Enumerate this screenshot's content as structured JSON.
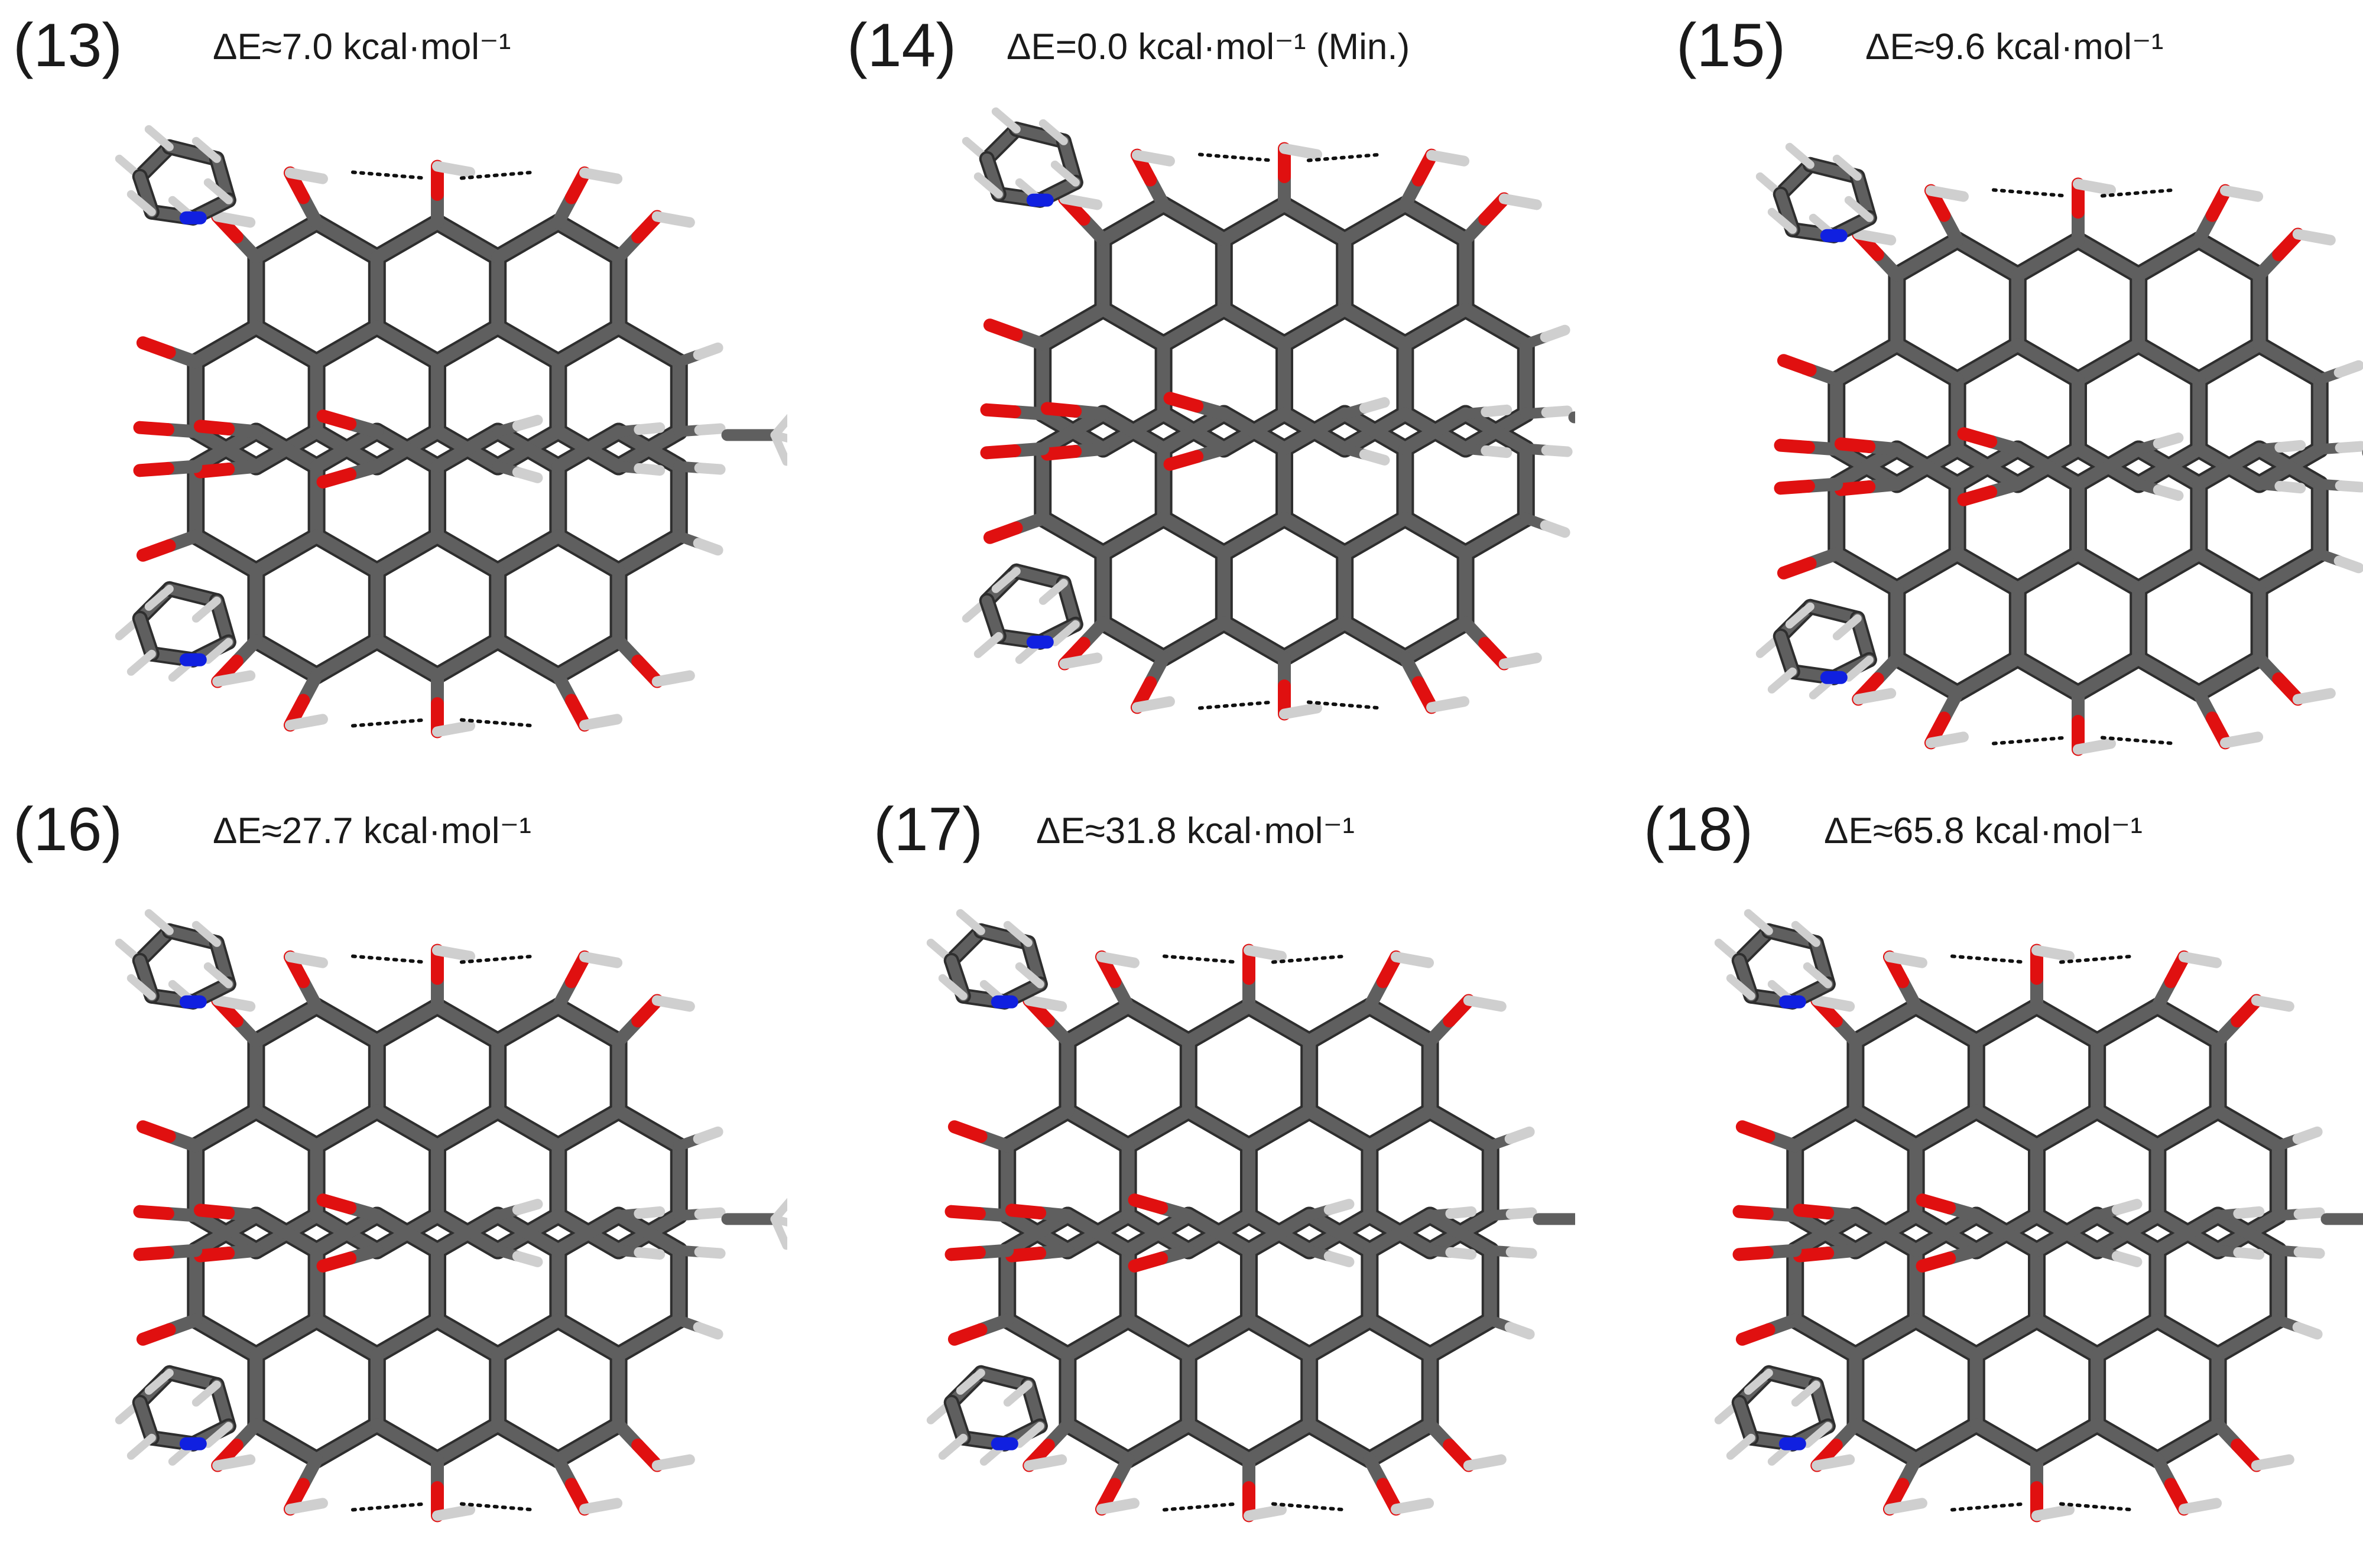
{
  "panels": [
    {
      "label": "(13)",
      "energy": "ΔE≈7.0 kcal·mol⁻¹"
    },
    {
      "label": "(14)",
      "energy": "ΔE=0.0 kcal·mol⁻¹ (Min.)"
    },
    {
      "label": "(15)",
      "energy": "ΔE≈9.6 kcal·mol⁻¹"
    },
    {
      "label": "(16)",
      "energy": "ΔE≈27.7 kcal·mol⁻¹"
    },
    {
      "label": "(17)",
      "energy": "ΔE≈31.8 kcal·mol⁻¹"
    },
    {
      "label": "(18)",
      "energy": "ΔE≈65.8 kcal·mol⁻¹"
    }
  ],
  "colors": {
    "carbon": "#5f5f5f",
    "hydrogen": "#cfcfcf",
    "oxygen": "#e01010",
    "nitrogen": "#1020e0",
    "hbond": "#111111"
  }
}
